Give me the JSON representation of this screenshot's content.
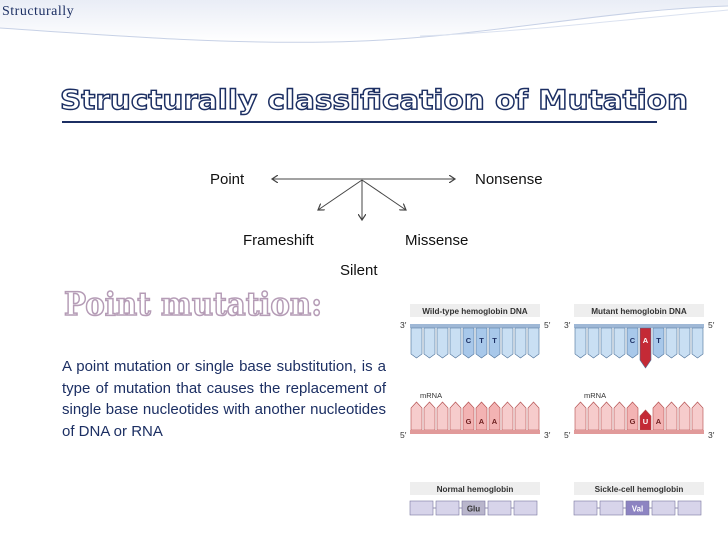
{
  "slide": {
    "corner_title": "Structurally",
    "main_title": "Structurally classification of Mutation",
    "section_heading": "Point mutation:",
    "description": "A point mutation or single base substitution, is a type of mutation that causes the replacement of single base nucleotides with another nucleotides of DNA or RNA"
  },
  "classification": {
    "point": "Point",
    "nonsense": "Nonsense",
    "frameshift": "Frameshift",
    "missense": "Missense",
    "silent": "Silent"
  },
  "figure": {
    "wild_title": "Wild-type hemoglobin DNA",
    "mutant_title": "Mutant hemoglobin DNA",
    "prime3": "3′",
    "prime5": "5′",
    "mrna_label": "mRNA",
    "wild_dna_bases": [
      "C",
      "T",
      "T"
    ],
    "mutant_dna_bases": [
      "C",
      "A",
      "T"
    ],
    "wild_mrna_bases": [
      "G",
      "A",
      "A"
    ],
    "mutant_mrna_bases": [
      "G",
      "U",
      "A"
    ],
    "normal_protein_label": "Normal hemoglobin",
    "sickle_protein_label": "Sickle-cell hemoglobin",
    "normal_amino_acid": "Glu",
    "sickle_amino_acid": "Val",
    "colors": {
      "dna_blue": "#c9dff3",
      "dna_stroke": "#4a6f97",
      "mrna_pink": "#f6cccc",
      "mrna_stroke": "#b24a4a",
      "mutation_red": "#c42a36",
      "protein_lilac": "#d7d4ea",
      "val_purple": "#8d84c2",
      "glu_gray": "#b9b6cc"
    }
  }
}
